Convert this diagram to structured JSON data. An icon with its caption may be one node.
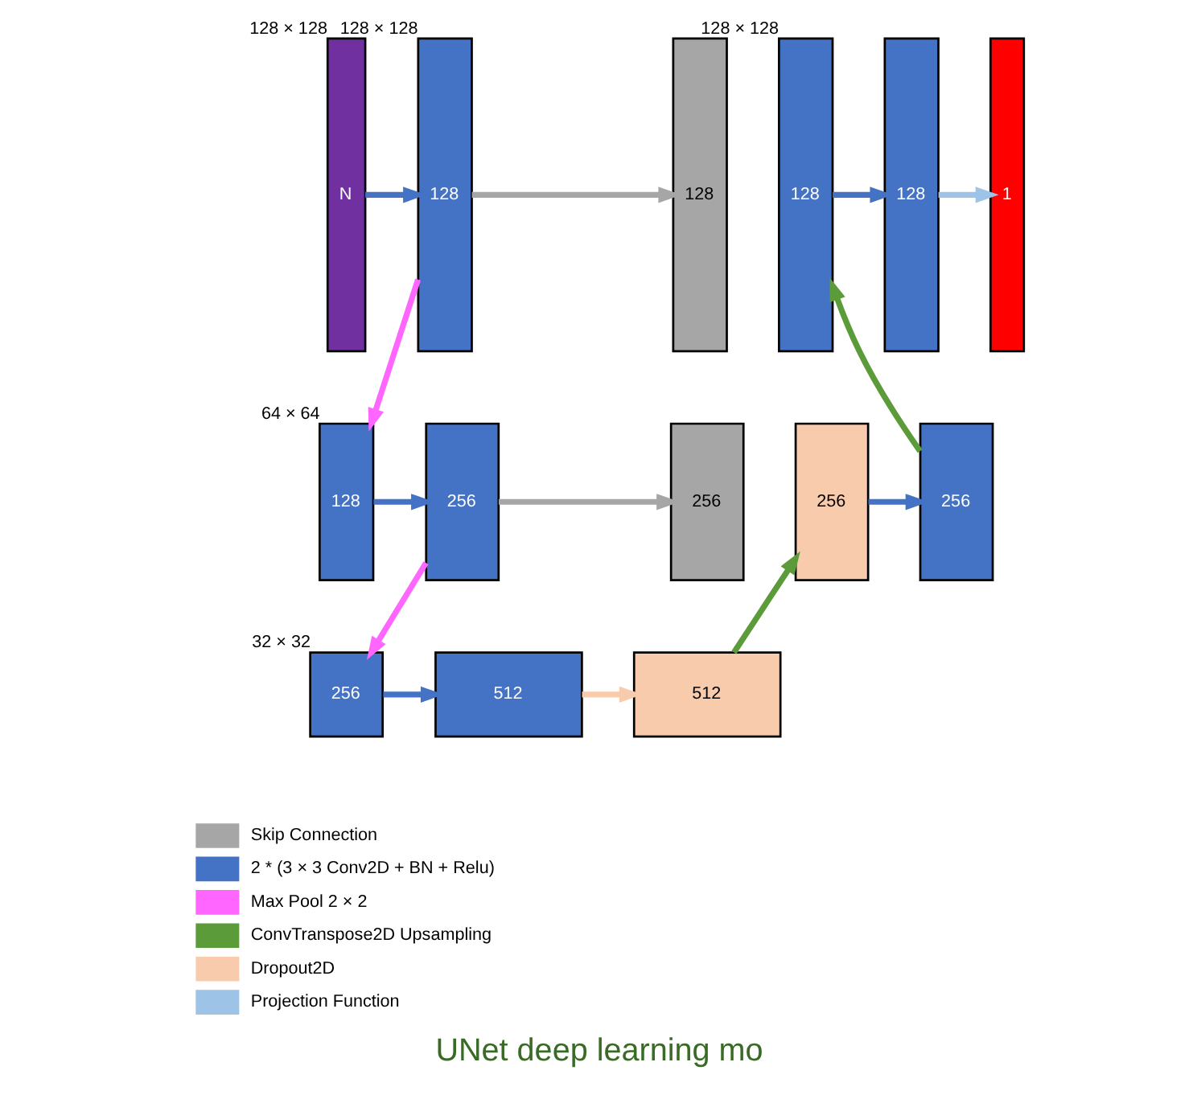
{
  "diagram": {
    "caption": "UNet deep learning mo",
    "nodes": [
      {
        "text": [
          "N"
        ],
        "beside": [
          "128 × 128"
        ]
      },
      {
        "text": [
          "128"
        ],
        "beside": [
          "128 × 128"
        ]
      },
      {
        "text": [
          "128"
        ],
        "beside": [
          "64 × 64"
        ]
      },
      {
        "text": [
          "256"
        ]
      },
      {
        "text": [
          "256"
        ],
        "beside": [
          "32 × 32"
        ]
      },
      {
        "text": [
          "512"
        ]
      },
      {
        "text": [
          "512"
        ]
      },
      {
        "text": [
          "256"
        ]
      },
      {
        "text": [
          "256"
        ]
      },
      {
        "text": [
          "256"
        ]
      },
      {
        "text": [
          "128"
        ]
      },
      {
        "text": [
          "128"
        ],
        "beside": [
          "128 × 128"
        ]
      },
      {
        "text": [
          "128"
        ]
      },
      {
        "text": [
          "1"
        ]
      }
    ],
    "edges": [
      {
        "from": 0,
        "to": 1,
        "arrow": "to"
      },
      {
        "from": 1,
        "to": 10,
        "arrow": "to",
        "color": "#a6a6a6"
      },
      {
        "from": 1,
        "to": 2,
        "arrow": "to",
        "color": "#ff66ff"
      },
      {
        "from": 2,
        "to": 3,
        "arrow": "to"
      },
      {
        "from": 3,
        "to": 7,
        "arrow": "to",
        "color": "#a6a6a6"
      },
      {
        "from": 3,
        "to": 4,
        "arrow": "to",
        "color": "#ff66ff"
      },
      {
        "from": 4,
        "to": 5,
        "arrow": "to"
      },
      {
        "from": 5,
        "to": 6,
        "arrow": "to",
        "color": "#f8cbad"
      },
      {
        "from": 6,
        "to": 8,
        "arrow": "to",
        "color": "#5b9b3a"
      },
      {
        "from": 8,
        "to": 9,
        "arrow": "to"
      },
      {
        "from": 9,
        "to": 11,
        "arrow": "to",
        "color": "#5b9b3a"
      },
      {
        "from": 11,
        "to": 12,
        "arrow": "to"
      },
      {
        "from": 12,
        "to": 13,
        "arrow": "to",
        "color": "#9dc3e6"
      }
    ],
    "legend": [
      {
        "text": "Skip Connection",
        "color": "#a6a6a6"
      },
      {
        "text": "2 * (3 × 3 Conv2D + BN + Relu)",
        "color": "#4472c4"
      },
      {
        "text": "Max Pool 2 × 2",
        "color": "#ff66ff"
      },
      {
        "text": "ConvTranspose2D Upsampling",
        "color": "#5b9b3a"
      },
      {
        "text": "Dropout2D",
        "color": "#f8cbad"
      },
      {
        "text": "Projection Function",
        "color": "#9dc3e6"
      }
    ]
  }
}
